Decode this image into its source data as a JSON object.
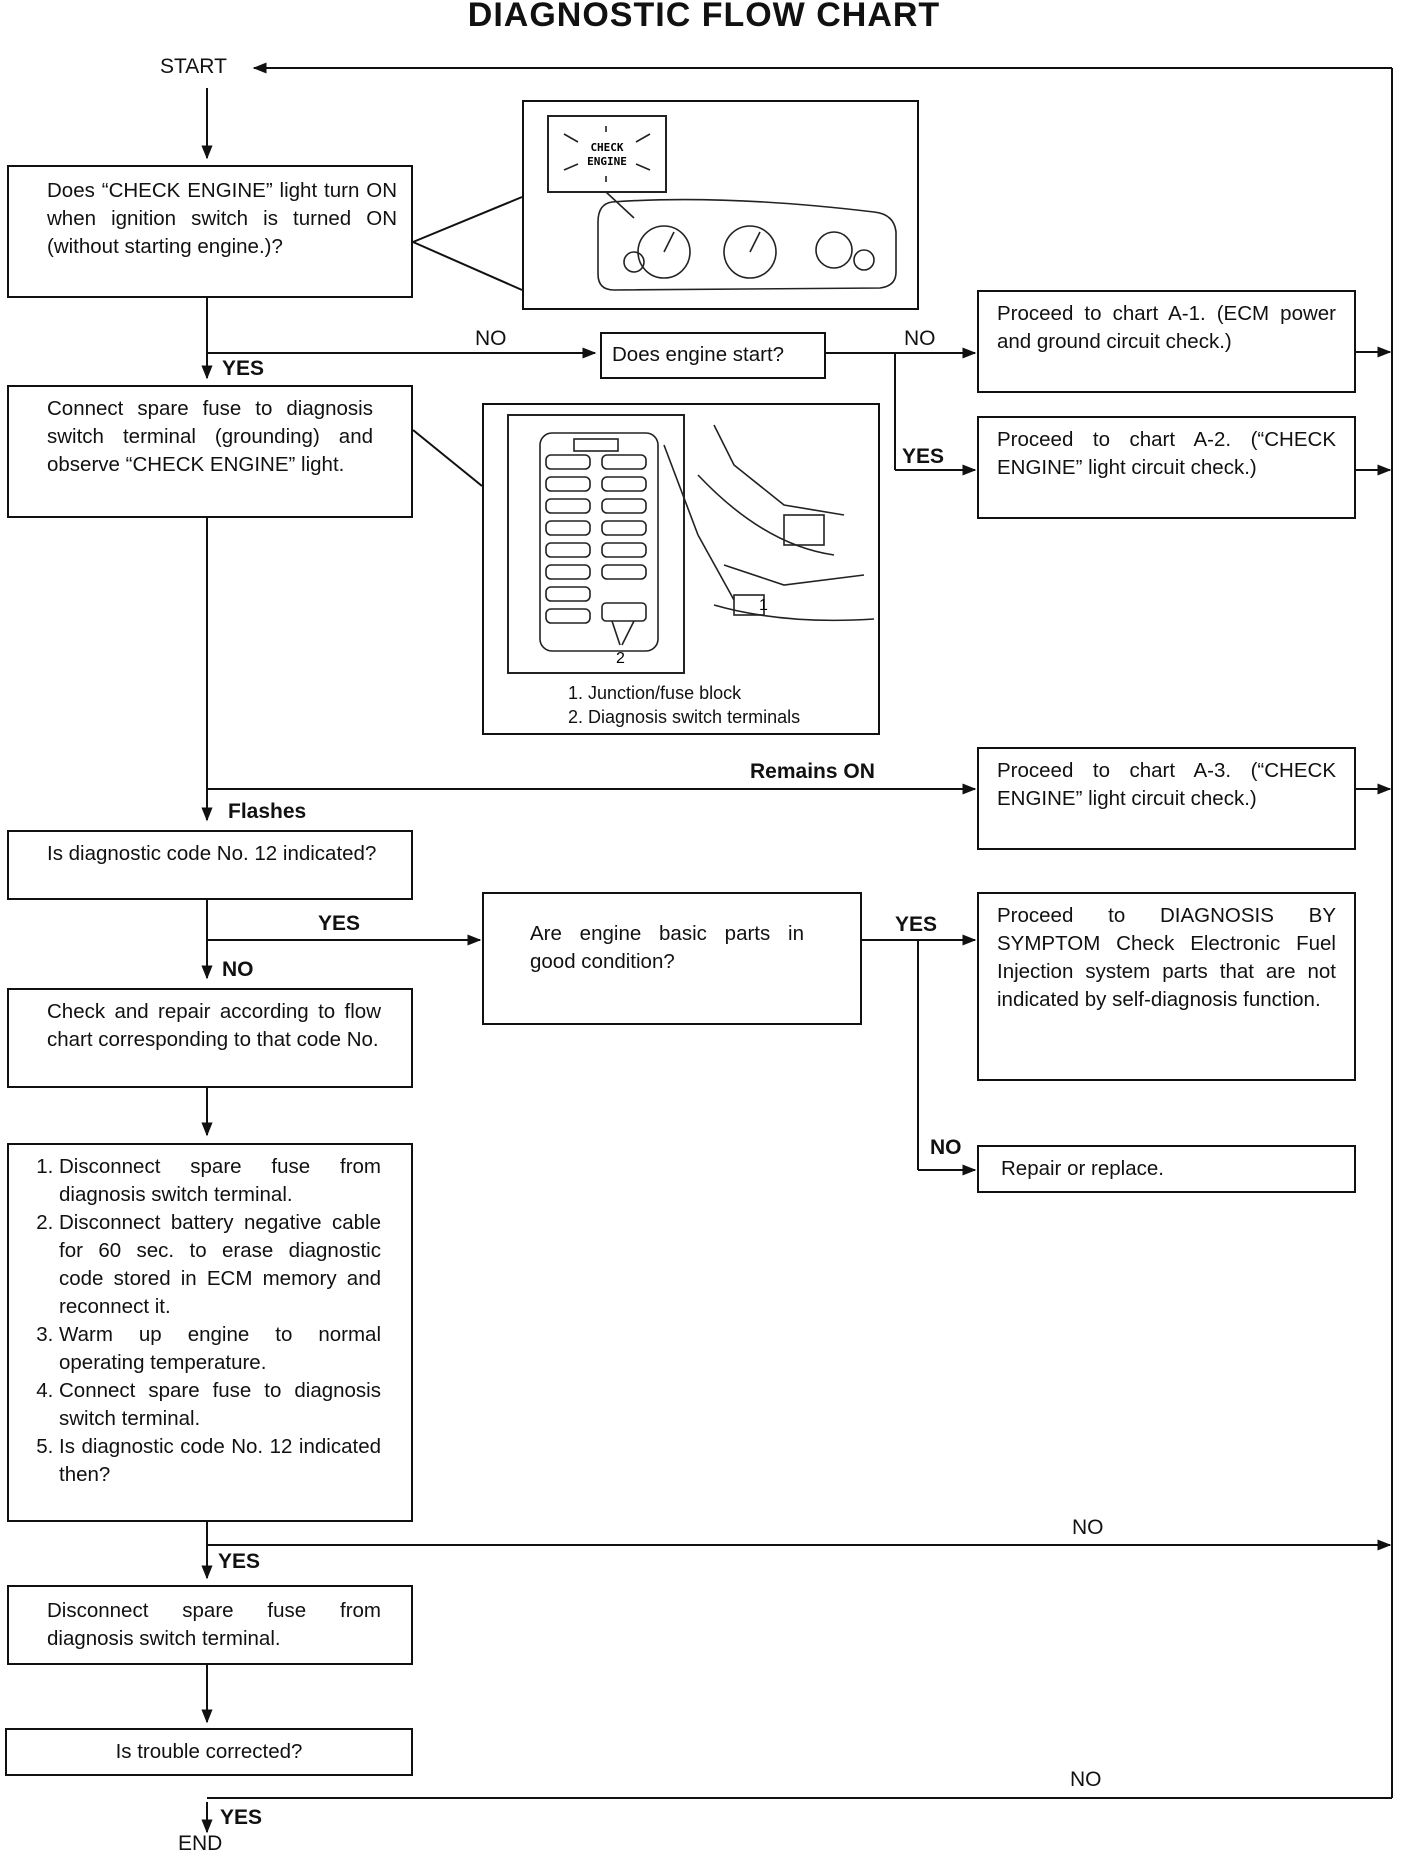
{
  "title": "DIAGNOSTIC FLOW CHART",
  "start": "START",
  "end": "END",
  "boxes": {
    "q_check_engine": "Does “CHECK ENGINE” light turn ON when ignition switch is turned ON (without starting engine.)?",
    "q_engine_start": "Does engine start?",
    "a1": "Proceed to chart A-1. (ECM power and ground circuit check.)",
    "a2": "Proceed to chart A-2. (“CHECK ENGINE” light circuit check.)",
    "connect_fuse": "Connect spare fuse to diagnosis switch terminal (grounding) and observe “CHECK ENGINE” light.",
    "a3": "Proceed to chart A-3. (“CHECK ENGINE” light circuit check.)",
    "q_code12": "Is diagnostic code No. 12 indicated?",
    "q_basic_parts": "Are engine basic parts in good condition?",
    "symptom": "Proceed to DIAGNOSIS BY SYMPTOM Check Electronic Fuel Injection system parts that are not indicated by self-diagnosis function.",
    "repair": "Repair or replace.",
    "check_repair": "Check and repair according to flow chart corresponding to that code No.",
    "steps": [
      "Disconnect spare fuse from diagnosis switch terminal.",
      "Disconnect battery negative cable for 60 sec. to erase diagnostic code stored in ECM memory and reconnect it.",
      "Warm up engine to normal operating temperature.",
      "Connect spare fuse to diagnosis switch terminal.",
      "Is diagnostic code No. 12 indicated then?"
    ],
    "disconnect_fuse": "Disconnect spare fuse from diagnosis switch terminal.",
    "q_trouble": "Is trouble corrected?"
  },
  "labels": {
    "yes": "YES",
    "no": "NO",
    "flashes": "Flashes",
    "remains_on": "Remains ON"
  },
  "illustrations": {
    "dash_text": [
      "CHECK",
      "ENGINE"
    ],
    "callouts": [
      "1",
      "2"
    ],
    "legend": [
      "1.  Junction/fuse block",
      "2.  Diagnosis switch terminals"
    ]
  }
}
